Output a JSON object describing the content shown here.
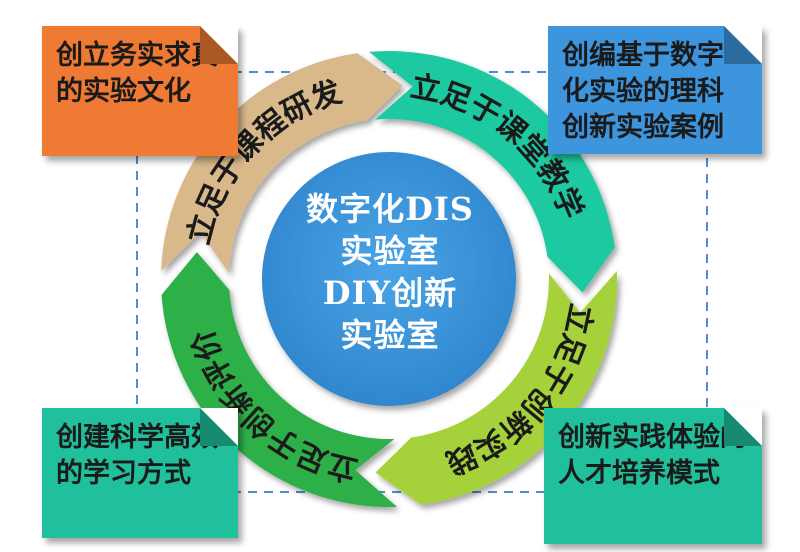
{
  "center": {
    "line1": "数字化DIS",
    "line2": "实验室",
    "line3": "DIY创新",
    "line4": "实验室"
  },
  "ring": [
    {
      "label": "立足于课堂教学",
      "color": "#1fc9a0"
    },
    {
      "label": "立足于创新实践",
      "color": "#a5d23a"
    },
    {
      "label": "立足于创新评价",
      "color": "#2fb04a"
    },
    {
      "label": "立足于课程研发",
      "color": "#d9b88a"
    }
  ],
  "cards": [
    {
      "text": "创立务实求真的实验文化",
      "color": "#ef7a33"
    },
    {
      "text": "创编基于数字化实验的理科创新实验案例",
      "color": "#3d95de"
    },
    {
      "text": "创建科学高效的学习方式",
      "color": "#20c09c"
    },
    {
      "text": "创新实践体验的人才培养模式",
      "color": "#20c09c"
    }
  ],
  "colors": {
    "center_fill": "#3a97dc",
    "connector": "#4a8fd8"
  }
}
